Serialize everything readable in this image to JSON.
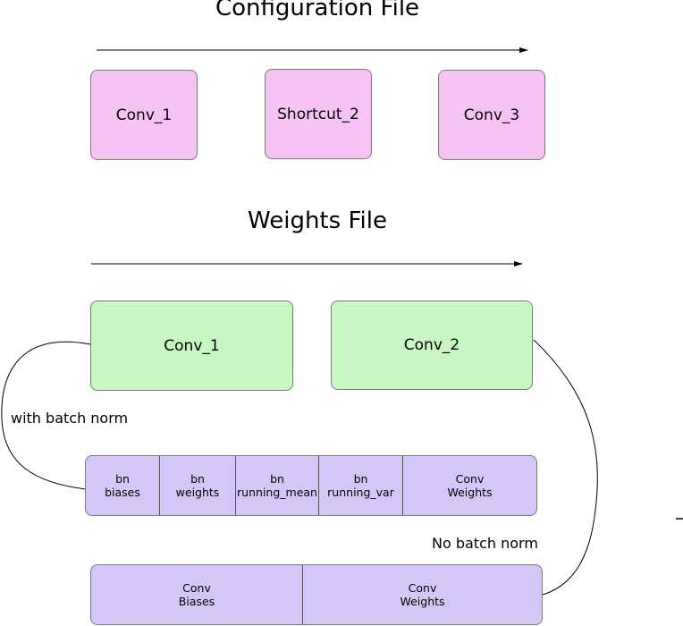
{
  "config": {
    "title": "Configuration File",
    "blocks": [
      "Conv_1",
      "Shortcut_2",
      "Conv_3"
    ]
  },
  "weights": {
    "title": "Weights File",
    "blocks": [
      "Conv_1",
      "Conv_2"
    ],
    "batch_norm_label": "with batch norm",
    "no_batch_norm_label": "No batch norm",
    "batch_norm_cells": [
      "bn\nbiases",
      "bn\nweights",
      "bn\nrunning_mean",
      "bn\nrunning_var",
      "Conv\nWeights"
    ],
    "no_batch_norm_cells": [
      "Conv\nBiases",
      "Conv\nWeights"
    ]
  },
  "colors": {
    "config_block": "#f7c3f5",
    "weights_block": "#c7f7c3",
    "param_strip": "#d4c7f7"
  }
}
